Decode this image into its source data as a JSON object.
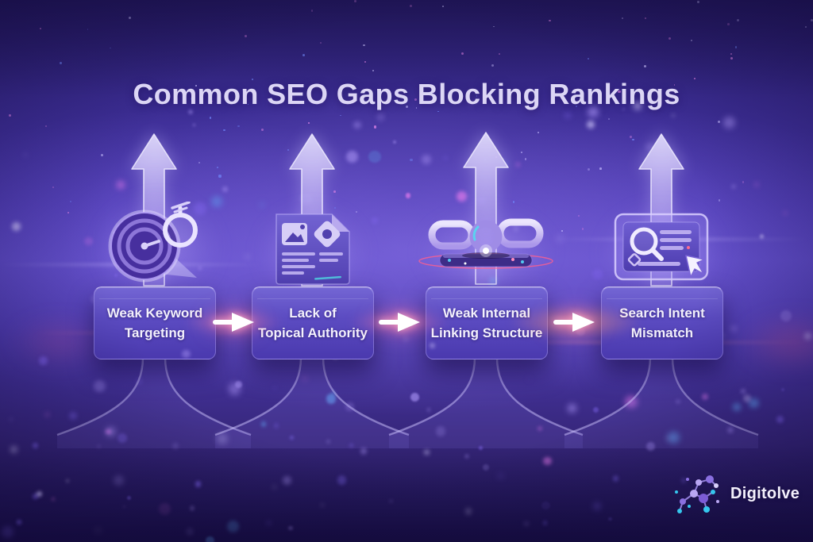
{
  "title": "Common SEO Gaps Blocking Rankings",
  "steps": [
    {
      "lines": [
        "Weak Keyword",
        "Targeting"
      ],
      "icon": "target-with-magnifier"
    },
    {
      "lines": [
        "Lack of",
        "Topical Authority"
      ],
      "icon": "content-document"
    },
    {
      "lines": [
        "Weak Internal",
        "Linking Structure"
      ],
      "icon": "chain-links"
    },
    {
      "lines": [
        "Search Intent",
        "Mismatch"
      ],
      "icon": "search-results-with-cursor"
    }
  ],
  "connectors": {
    "between_steps": "right-arrow",
    "above_steps": "up-arrow"
  },
  "brand": {
    "name": "Digitolve"
  },
  "colors": {
    "background_top": "#291d6b",
    "background_mid": "#5745c0",
    "background_bottom": "#1d1252",
    "box_fill": "#5c4cc2",
    "box_text": "#f3f1fc",
    "title_text": "#dcd6f5",
    "up_arrow": "#d6cdf9",
    "flow_arrow_core": "#ffffff",
    "flow_arrow_glow": "#ff80a8",
    "accent_pink": "#ff5f8e",
    "accent_cyan": "#52c8f0"
  }
}
